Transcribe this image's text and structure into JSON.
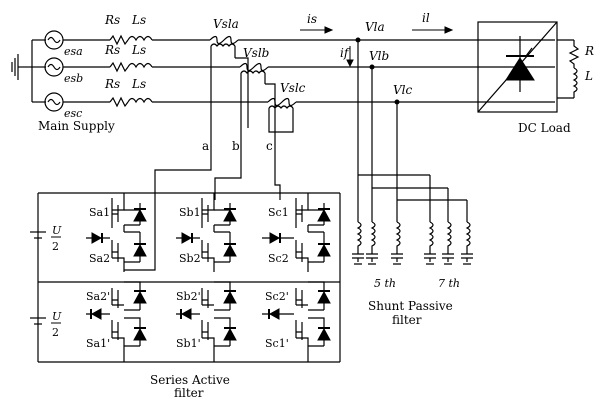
{
  "sources": [
    {
      "label": "esa",
      "rs": "Rs",
      "ls": "Ls",
      "vs": "Vsla",
      "vl": "Vla"
    },
    {
      "label": "esb",
      "rs": "Rs",
      "ls": "Ls",
      "vs": "Vslb",
      "vl": "Vlb"
    },
    {
      "label": "esc",
      "rs": "Rs",
      "ls": "Ls",
      "vs": "Vslc",
      "vl": "Vlc"
    }
  ],
  "currents": {
    "is": "is",
    "il": "il",
    "if": "if"
  },
  "main_supply_label": "Main Supply",
  "dc_load": {
    "label": "DC Load",
    "r": "R",
    "l": "L"
  },
  "transformer_taps": [
    "a",
    "b",
    "c"
  ],
  "switch_labels": {
    "a": [
      "Sa1",
      "Sa2",
      "Sa2'",
      "Sa1'"
    ],
    "b": [
      "Sb1",
      "Sb2",
      "Sb2'",
      "Sb1'"
    ],
    "c": [
      "Sc1",
      "Sc2",
      "Sc2'",
      "Sc1'"
    ]
  },
  "dc_source": {
    "num": "U",
    "den": "2"
  },
  "harmonics": {
    "fifth": "5 th",
    "seventh": "7 th"
  },
  "shunt_label": [
    "Shunt Passive",
    "filter"
  ],
  "series_label": [
    "Series Active",
    "filter"
  ]
}
